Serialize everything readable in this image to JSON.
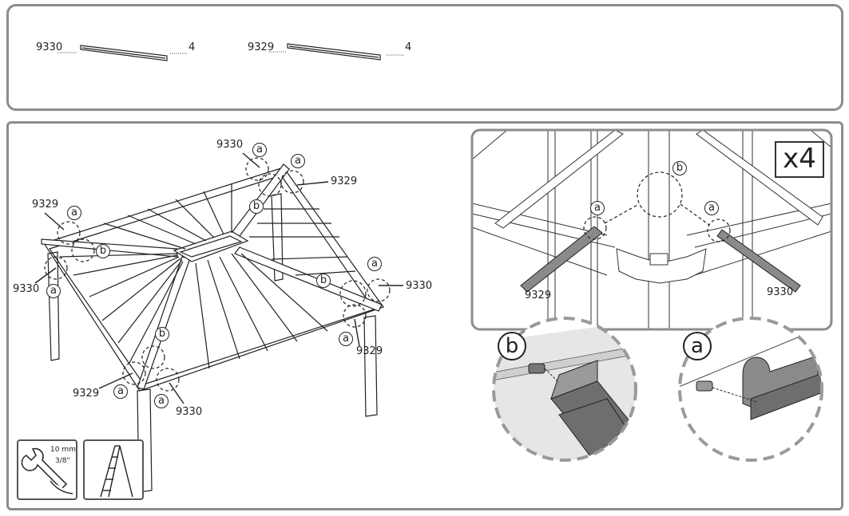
{
  "parts": [
    {
      "part_number": "9330",
      "quantity": "4"
    },
    {
      "part_number": "9329",
      "quantity": "4"
    }
  ],
  "main": {
    "callouts": {
      "a": "a",
      "b": "b"
    },
    "labels": {
      "top_9330": "9330",
      "top_9329": "9329",
      "left_9329": "9329",
      "left_9330": "9330",
      "right_9330": "9330",
      "right_9329": "9329",
      "bottom_9329": "9329",
      "bottom_9330": "9330"
    }
  },
  "inset": {
    "multiplier": "x4",
    "label_left": "9329",
    "label_right": "9330"
  },
  "details": {
    "b_letter": "b",
    "a_letter": "a"
  },
  "tools": {
    "wrench_size_mm": "10 mm",
    "wrench_size_in": "3/8\""
  }
}
